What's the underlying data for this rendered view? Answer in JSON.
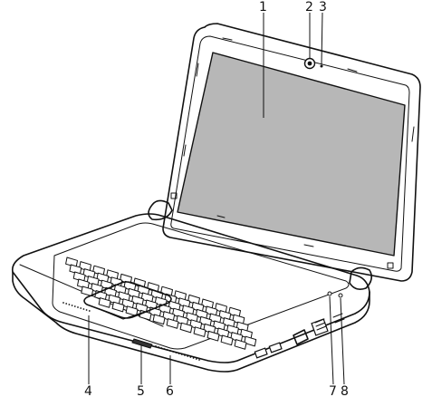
{
  "diagram": {
    "callouts": [
      {
        "id": "c1",
        "number": "1"
      },
      {
        "id": "c2",
        "number": "2"
      },
      {
        "id": "c3",
        "number": "3"
      },
      {
        "id": "c4",
        "number": "4"
      },
      {
        "id": "c5",
        "number": "5"
      },
      {
        "id": "c6",
        "number": "6"
      },
      {
        "id": "c7",
        "number": "7"
      },
      {
        "id": "c8",
        "number": "8"
      }
    ],
    "colors": {
      "screen": "#b7b7b7",
      "line": "#111111",
      "body": "#ffffff"
    }
  }
}
